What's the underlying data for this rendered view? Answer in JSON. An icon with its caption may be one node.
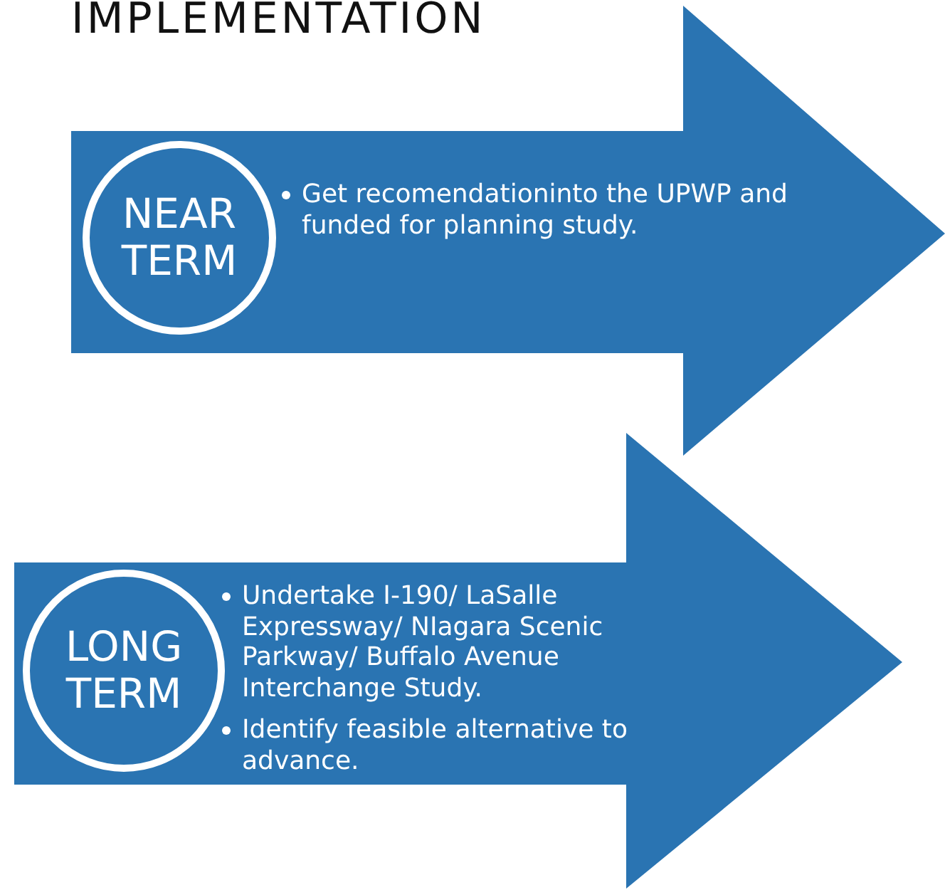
{
  "diagram": {
    "title": "IMPLEMENTATION",
    "nodes": [
      {
        "text": [
          "Get recomendationinto the UPWP and funded for planning study."
        ]
      },
      {
        "text": [
          "NEAR TERM"
        ],
        "in": 0
      },
      {
        "text": [
          "Undertake I-190/ LaSalle Expressway/ NIagara Scenic Parkway/ Buffalo Avenue Interchange Study.",
          "Identify feasible alternative to advance."
        ]
      },
      {
        "text": [
          "LONG TERM"
        ],
        "in": 2
      }
    ]
  }
}
